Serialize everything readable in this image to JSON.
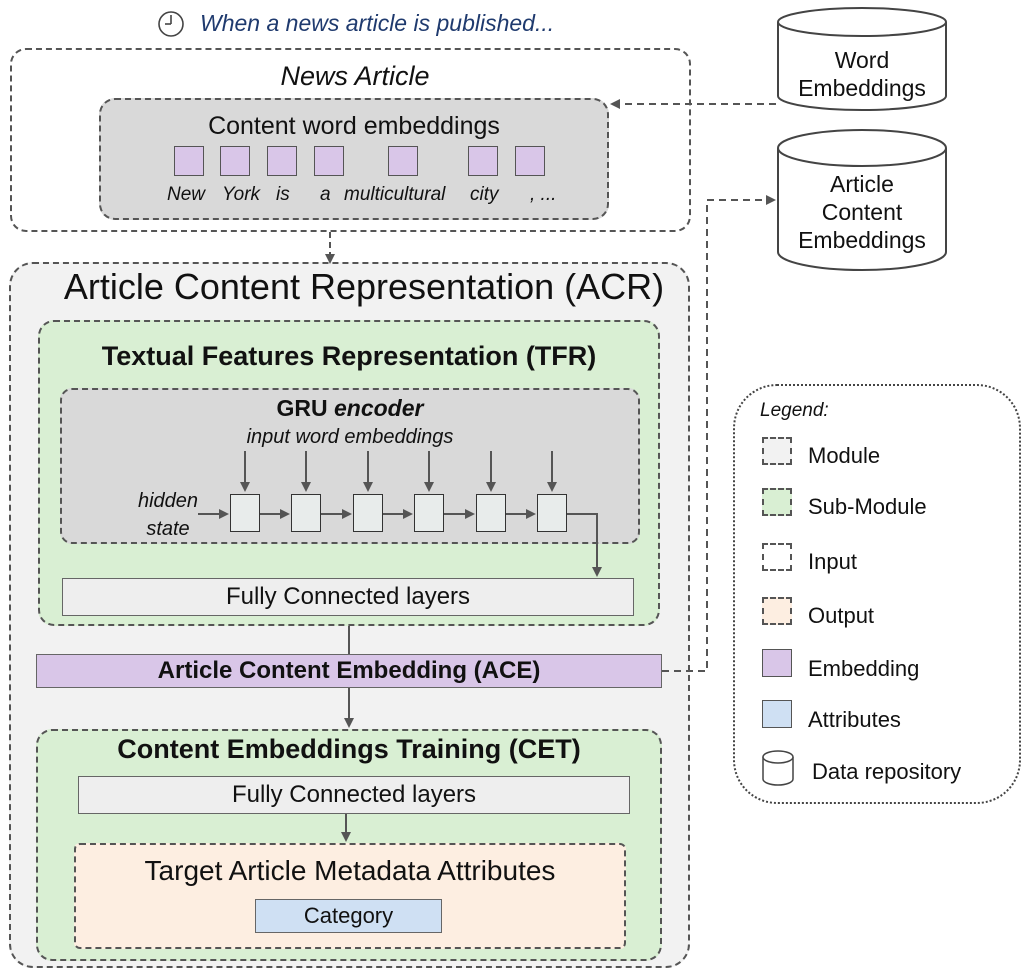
{
  "header": {
    "caption": "When a news article is published..."
  },
  "news_article": {
    "title": "News Article",
    "content_box": {
      "title": "Content word embeddings",
      "words": [
        "New",
        "York",
        "is",
        "a",
        "multicultural",
        "city",
        ", ..."
      ]
    }
  },
  "repositories": {
    "word_embeddings": [
      "Word",
      "Embeddings"
    ],
    "article_content_embeddings": [
      "Article",
      "Content",
      "Embeddings"
    ]
  },
  "acr": {
    "title": "Article Content Representation (ACR)",
    "tfr": {
      "title": "Textual Features Representation (TFR)",
      "gru": {
        "title_a": "GRU ",
        "title_b": "encoder",
        "input_label": "input word embeddings",
        "hidden_label_1": "hidden",
        "hidden_label_2": "state"
      },
      "fc_label": "Fully Connected layers"
    },
    "ace_label": "Article Content Embedding (ACE)",
    "cet": {
      "title": "Content Embeddings Training (CET)",
      "fc_label": "Fully Connected layers",
      "target_title": "Target Article Metadata Attributes",
      "category_label": "Category"
    }
  },
  "legend": {
    "title": "Legend:",
    "items": {
      "module": "Module",
      "submodule": "Sub-Module",
      "input": "Input",
      "output": "Output",
      "embedding": "Embedding",
      "attributes": "Attributes",
      "repository": "Data repository"
    }
  },
  "colors": {
    "module_fill": "#f2f2f2",
    "submodule_fill": "#d9efd3",
    "input_fill": "#d9d9d9",
    "output_fill": "#fdeee1",
    "embedding_fill": "#d9c6e8",
    "attributes_fill": "#cfe0f3",
    "caption_text": "#1f3a6e"
  }
}
